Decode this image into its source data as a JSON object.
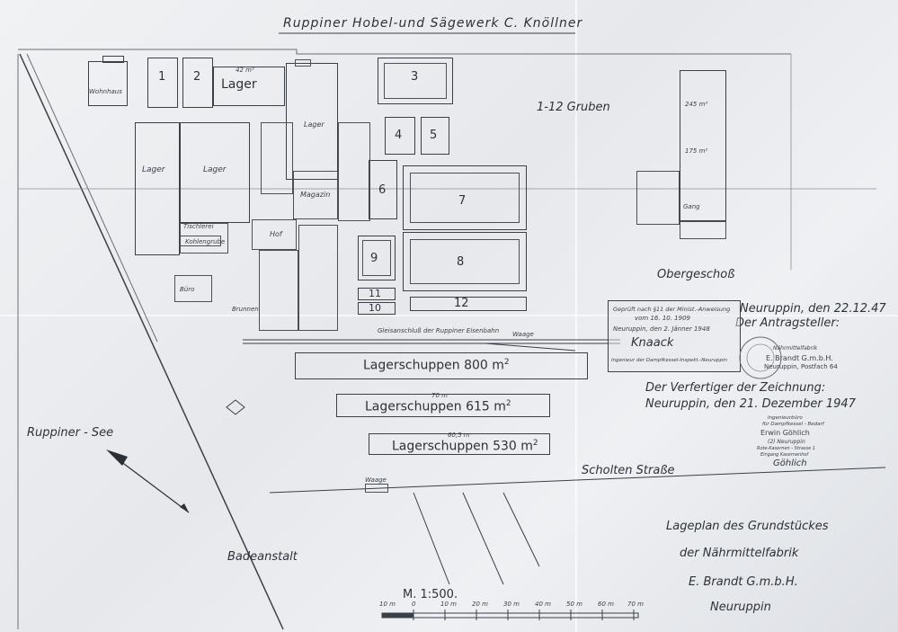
{
  "title": "Ruppiner Hobel-und Sägewerk C. Knöllner",
  "gruben_label": "1-12 Gruben",
  "obergeschoss": "Obergeschoß",
  "buildings": {
    "wohnhaus": "Wohnhaus",
    "lager": "Lager",
    "lager_area": "42 m²",
    "lager_a": "Lager",
    "lager_b": "Lager",
    "lager_c": "Lager",
    "magazin": "Magazin",
    "hof": "Hof",
    "buero": "Büro",
    "brunnen": "Brunnen",
    "kohlengrube": "Kohlengrube",
    "tischlerei": "Tischlerei",
    "gang": "Gang",
    "lager_upper_1": "245 m²",
    "lager_upper_2": "175 m²"
  },
  "gruben": [
    "1",
    "2",
    "3",
    "4",
    "5",
    "6",
    "7",
    "8",
    "9",
    "10",
    "11",
    "12"
  ],
  "rail_label": "Gleisanschluß der Ruppiner Eisenbahn",
  "waage_1": "Waage",
  "waage_2": "Waage",
  "schuppen": [
    {
      "label": "Lagerschuppen  800 m",
      "sup": "2"
    },
    {
      "label": "Lagerschuppen  615  m",
      "sup": "2"
    },
    {
      "label": "Lagerschuppen  530 m",
      "sup": "2"
    }
  ],
  "schuppen_dims": [
    "70 m",
    "60,5 m"
  ],
  "ruppiner_see": "Ruppiner - See",
  "badeanstalt": "Badeanstalt",
  "scholten_strasse": "Scholten Straße",
  "scale": "M. 1:500.",
  "scale_ticks": [
    "10 m",
    "0",
    "10 m",
    "20 m",
    "30 m",
    "40 m",
    "50 m",
    "60 m",
    "70 m"
  ],
  "place_date": "Neuruppin, den 22.12.47",
  "antragsteller": "Der Antragsteller:",
  "verfertiger": "Der Verfertiger der Zeichnung:",
  "verfertiger_date": "Neuruppin, den 21. Dezember 1947",
  "stamp1": {
    "line1": "Geprüft nach §11 der Minist.-Anweisung",
    "line2": "vom 16. 10. 1909",
    "line3": "Neuruppin, den 2. Jänner 1948",
    "sig": "Knaack",
    "line4": "Ingenieur der Dampfkessel-Inspekt.-Neuruppin"
  },
  "stamp2": {
    "line1": "Nährmittelfabrik",
    "line2": "E. Brandt G.m.b.H.",
    "line3": "Neuruppin, Postfach 64"
  },
  "stamp3": {
    "line1": "Ingenieurbüro",
    "line2": "für Dampfkessel - Bedarf",
    "line3": "Erwin Göhlich",
    "line4": "(2) Neuruppin",
    "line5": "Rote-Kasernen - Strasse 1",
    "line6": "Eingang Kasernenhof",
    "sig": "Göhlich"
  },
  "lageplan_1": "Lageplan des Grundstückes",
  "lageplan_2": "der Nährmittelfabrik",
  "lageplan_3": "E. Brandt G.m.b.H.",
  "lageplan_4": "Neuruppin"
}
